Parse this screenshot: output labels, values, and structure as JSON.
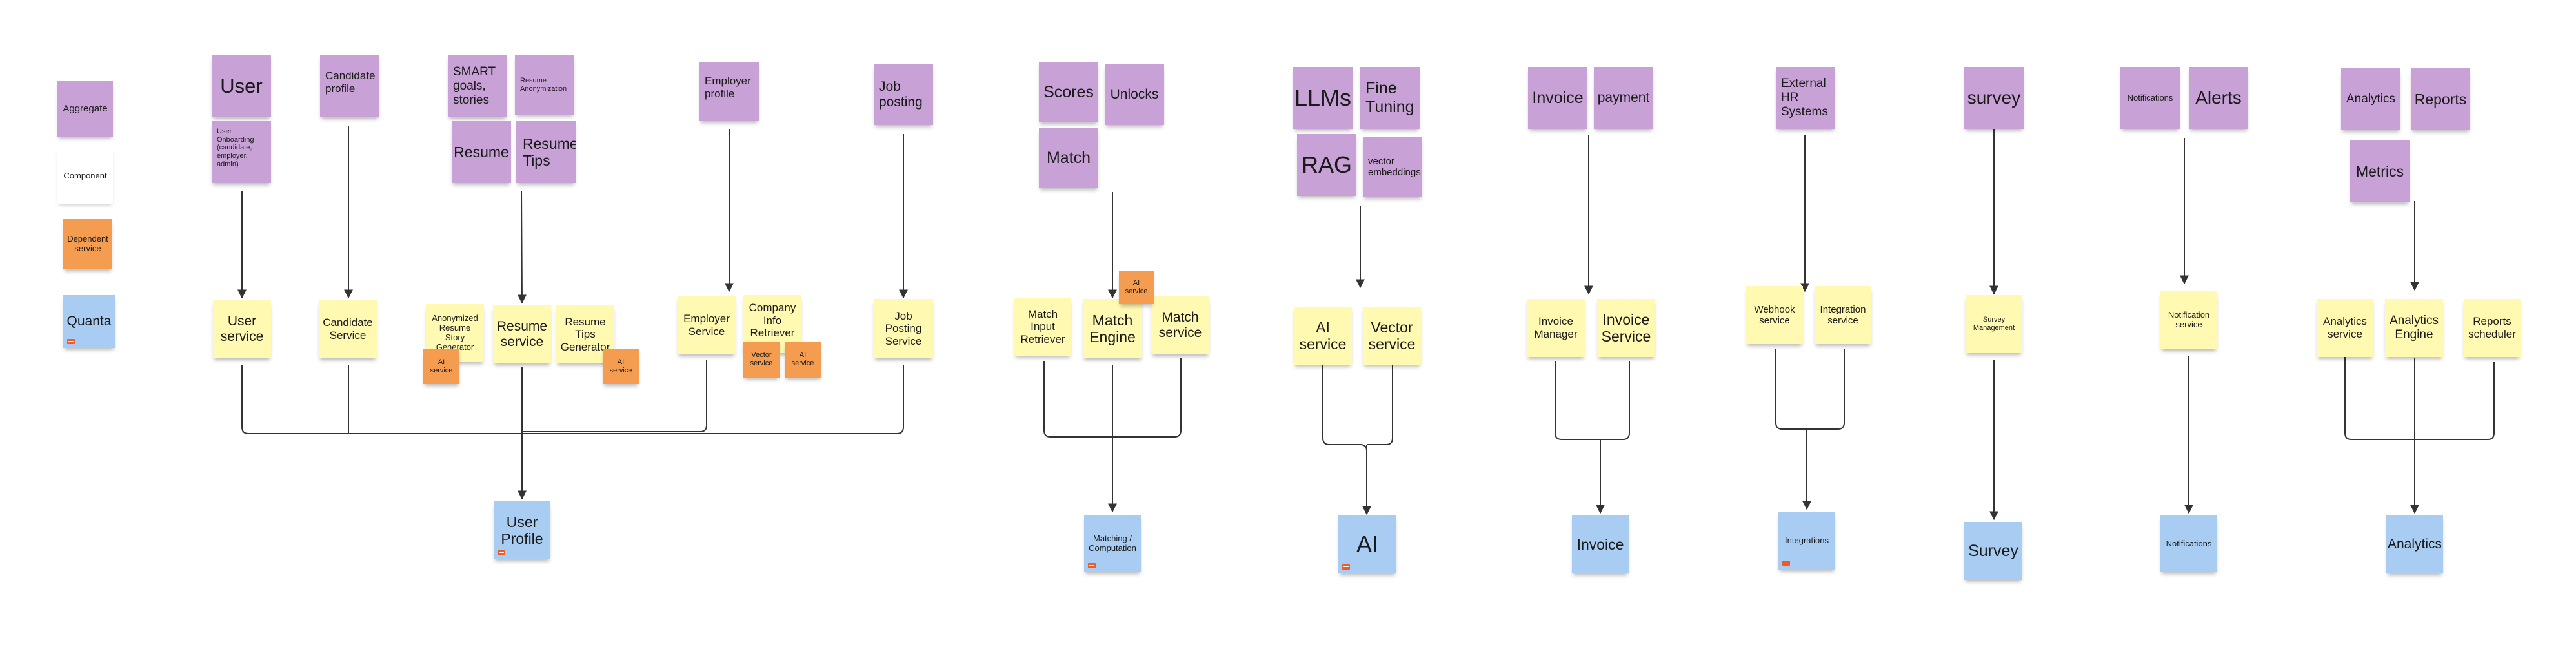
{
  "colors": {
    "aggregate": "#c8a2d6",
    "component": "#fff9b1",
    "dependent_service": "#f49d50",
    "quanta": "#a9cdf2",
    "connector": "#333333"
  },
  "legend": {
    "aggregate": "Aggregate",
    "component": "Component",
    "dependent_service": "Dependent\nservice",
    "quanta": "Quanta"
  },
  "user_group": {
    "aggregates": {
      "user": "User",
      "user_onboarding": "User\nOnboarding\n(candidate,\nemployer,\nadmin)",
      "candidate_profile": "Candidate\nprofile",
      "smart_goals": "SMART\ngoals,\nstories",
      "resume_anonymization": "Resume\nAnonymization",
      "resume": "Resume",
      "resume_tips": "Resume\nTips",
      "employer_profile": "Employer\nprofile",
      "job_posting": "Job\nposting"
    },
    "components": {
      "user_service": "User\nservice",
      "candidate_service": "Candidate\nService",
      "anonymized_resume_story_generator": "Anonymized\nResume\nStory\nGenerator",
      "resume_service": "Resume\nservice",
      "resume_tips_generator": "Resume\nTips\nGenerator",
      "employer_service": "Employer\nService",
      "company_info_retriever": "Company\nInfo\nRetriever",
      "job_posting_service": "Job\nPosting\nService"
    },
    "dependents": {
      "ai_service_1": "AI\nservice",
      "ai_service_2": "AI\nservice",
      "vector_service": "Vector\nservice",
      "ai_service_3": "AI\nservice"
    },
    "quanta": "User\nProfile"
  },
  "matching_group": {
    "aggregates": {
      "scores": "Scores",
      "unlocks": "Unlocks",
      "match": "Match"
    },
    "components": {
      "match_input_retriever": "Match\nInput\nRetriever",
      "match_engine": "Match\nEngine",
      "match_service": "Match\nservice"
    },
    "dependents": {
      "ai_service": "AI\nservice"
    },
    "quanta": "Matching /\nComputation"
  },
  "ai_group": {
    "aggregates": {
      "llms": "LLMs",
      "fine_tuning": "Fine\nTuning",
      "rag": "RAG",
      "vector_embeddings": "vector\nembeddings"
    },
    "components": {
      "ai_service": "AI\nservice",
      "vector_service": "Vector\nservice"
    },
    "quanta": "AI"
  },
  "invoice_group": {
    "aggregates": {
      "invoice": "Invoice",
      "payment": "payment"
    },
    "components": {
      "invoice_manager": "Invoice\nManager",
      "invoice_service": "Invoice\nService"
    },
    "quanta": "Invoice"
  },
  "integrations_group": {
    "aggregates": {
      "external_hr_systems": "External\nHR\nSystems"
    },
    "components": {
      "webhook_service": "Webhook\nservice",
      "integration_service": "Integration\nservice"
    },
    "quanta": "Integrations"
  },
  "survey_group": {
    "aggregates": {
      "survey": "survey"
    },
    "components": {
      "survey_management": "Survey\nManagement"
    },
    "quanta": "Survey"
  },
  "notifications_group": {
    "aggregates": {
      "notifications": "Notifications",
      "alerts": "Alerts"
    },
    "components": {
      "notification_service": "Notification\nservice"
    },
    "quanta": "Notifications"
  },
  "analytics_group": {
    "aggregates": {
      "analytics": "Analytics",
      "reports": "Reports",
      "metrics": "Metrics"
    },
    "components": {
      "analytics_service": "Analytics\nservice",
      "analytics_engine": "Analytics\nEngine",
      "reports_scheduler": "Reports\nscheduler"
    },
    "quanta": "Analytics"
  }
}
